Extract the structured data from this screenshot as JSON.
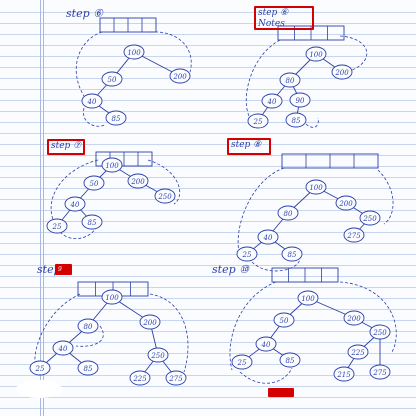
{
  "steps": [
    {
      "label": "step ⑥",
      "boxed": false,
      "tree": {
        "nodes": [
          "100",
          "50",
          "200",
          "40",
          "85"
        ]
      }
    },
    {
      "label": "step ⑥",
      "boxed": true,
      "note": "Notes",
      "tree": {
        "nodes": [
          "100",
          "80",
          "200",
          "40",
          "90",
          "25",
          "85"
        ]
      }
    },
    {
      "label": "step ⑦",
      "boxed": true,
      "tree": {
        "nodes": [
          "100",
          "50",
          "200",
          "40",
          "85",
          "25",
          "250"
        ]
      }
    },
    {
      "label": "step ⑧",
      "boxed": true,
      "tree": {
        "nodes": [
          "100",
          "80",
          "200",
          "40",
          "85",
          "25",
          "250",
          "275"
        ]
      }
    },
    {
      "label": "step",
      "boxed": true,
      "boxed_text": "9",
      "tree": {
        "nodes": [
          "100",
          "80",
          "200",
          "40",
          "85",
          "25",
          "250",
          "225",
          "275"
        ]
      }
    },
    {
      "label": "step ⑩",
      "boxed": false,
      "tree": {
        "nodes": [
          "100",
          "50",
          "200",
          "40",
          "85",
          "25",
          "250",
          "225",
          "275",
          "215"
        ]
      }
    }
  ],
  "ink_color": "#2a3fa8",
  "highlight_color": "#d40000"
}
